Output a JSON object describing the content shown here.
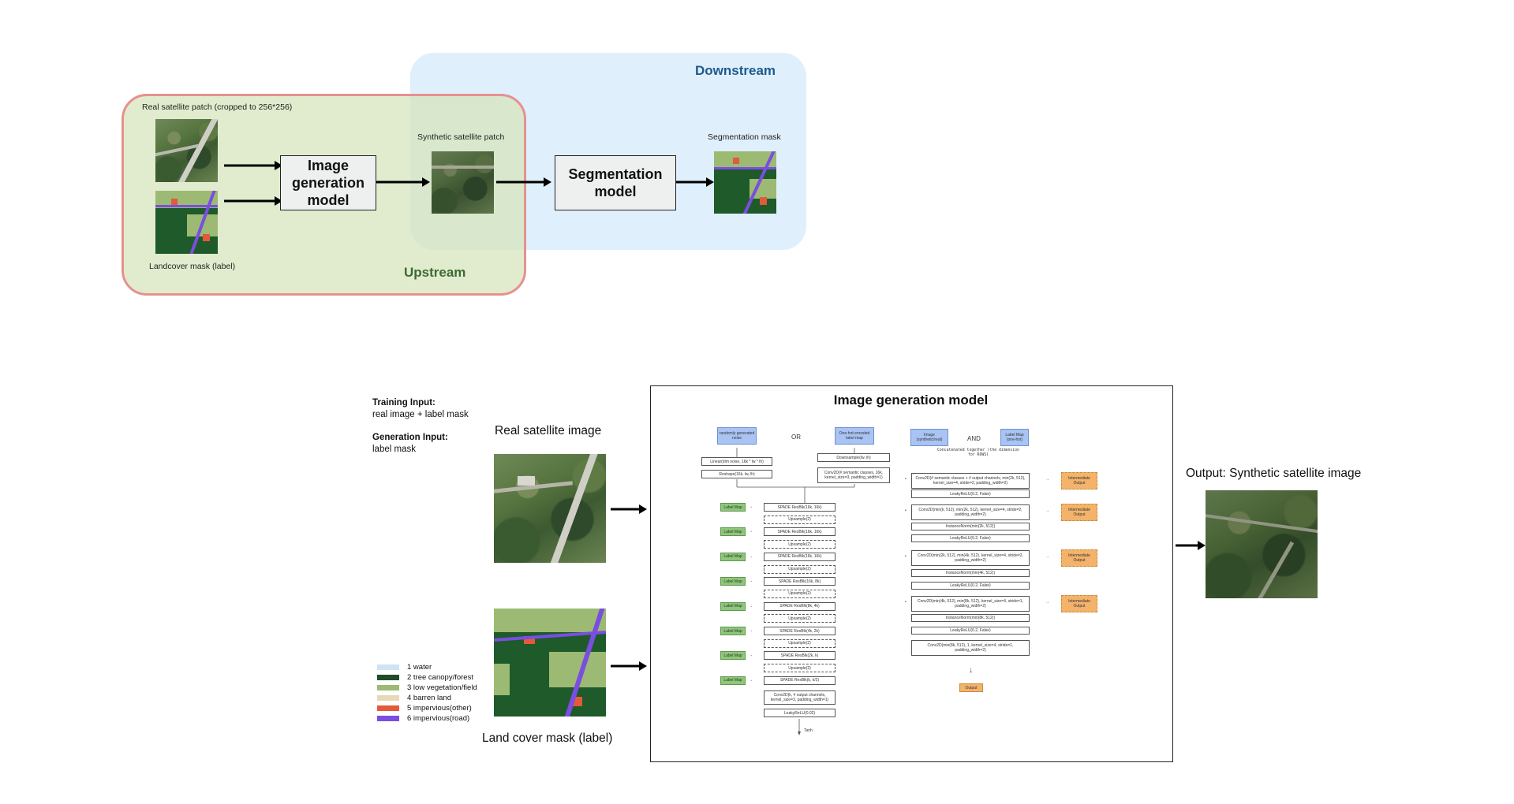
{
  "pipeline": {
    "downstream_label": "Downstream",
    "upstream_label": "Upstream",
    "real_patch_label": "Real satellite patch (cropped to 256*256)",
    "landcover_label": "Landcover mask (label)",
    "synthetic_patch_label": "Synthetic satellite patch",
    "segmentation_mask_label": "Segmentation mask",
    "image_gen_model": "Image generation model",
    "segmentation_model": "Segmentation model",
    "colors": {
      "upstream_fill": "#d7e6be",
      "upstream_border": "#e6918f",
      "downstream_fill": "#d9ecfb",
      "upstream_text": "#3b6b34",
      "downstream_text": "#1f5a8c"
    }
  },
  "inputs": {
    "training_title": "Training Input:",
    "training_value": "real image + label mask",
    "generation_title": "Generation Input:",
    "generation_value": "label mask"
  },
  "captions": {
    "real_image": "Real satellite image",
    "land_cover_mask": "Land cover mask (label)",
    "output": "Output: Synthetic satellite image"
  },
  "legend": [
    {
      "label": "1 water",
      "color": "#cfe3f7"
    },
    {
      "label": "2 tree canopy/forest",
      "color": "#1e4d28"
    },
    {
      "label": "3 low vegetation/field",
      "color": "#9cba74"
    },
    {
      "label": "4 barren land",
      "color": "#e8d8b8"
    },
    {
      "label": "5 impervious(other)",
      "color": "#e35a3a"
    },
    {
      "label": "6 impervious(road)",
      "color": "#7a4ee0"
    }
  ],
  "gen_model": {
    "title": "Image generation model",
    "generator": {
      "noise_input": "randomly generated noise",
      "or_label": "OR",
      "onehot_input": "One-hot encoded label map",
      "linear": "Linear(dim noise, 16k * lw * lh)",
      "reshape": "Reshape(16k, lw, lh)",
      "downsample": "Downsample(lw, lh)",
      "conv_in": "Conv2D(# semantic classes, 16k, kernel_size=3, padding_width=1)",
      "label_map": "Label Map",
      "blocks": [
        "SPADE ResBlk(16k, 16k)",
        "Upsample(2)",
        "SPADE ResBlk(16k, 16k)",
        "Upsample(2)",
        "SPADE ResBlk(16k, 16k)",
        "Upsample(2)",
        "SPADE ResBlk(16k, 8k)",
        "Upsample(2)",
        "SPADE ResBlk(8k, 4k)",
        "Upsample(2)",
        "SPADE ResBlk(4k, 2k)",
        "Upsample(2)",
        "SPADE ResBlk(2k, k)",
        "Upsample(2)",
        "SPADE ResBlk(k, k/2)"
      ],
      "conv_out": "Conv2D(k, # output channels, kernel_size=3, padding_width=1)",
      "leaky_out": "LeakyReLU(0.02)",
      "tanh": "Tanh"
    },
    "discriminator": {
      "image_input": "Image (synthetic/real)",
      "and_label": "AND",
      "label_input": "Label Map (one-hot)",
      "concat_note": "Concatenated together (the dimension for ROWS)",
      "layers": [
        "Conv2D(# semantic classes + # output channels, min(2k, 512), kernel_size=4, stride=2, padding_width=2)",
        "LeakyReLU(0.2, False)",
        "Conv2D(min(k, 512), min(2k, 512), kernel_size=4, stride=2, padding_width=2)",
        "InstanceNorm(min(2k, 512))",
        "LeakyReLU(0.2, False)",
        "Conv2D(min(2k, 512), min(4k, 512), kernel_size=4, stride=2, padding_width=2)",
        "InstanceNorm(min(4k, 512))",
        "LeakyReLU(0.2, False)",
        "Conv2D(min(4k, 512), min(8k, 512), kernel_size=4, stride=1, padding_width=2)",
        "InstanceNorm(min(8k, 512))",
        "LeakyReLU(0.2, False)",
        "Conv2D(min(8k, 512), 1, kernel_size=4, stride=1, padding_width=2)"
      ],
      "intermediate": "Intermediate Output",
      "output": "Output"
    }
  }
}
